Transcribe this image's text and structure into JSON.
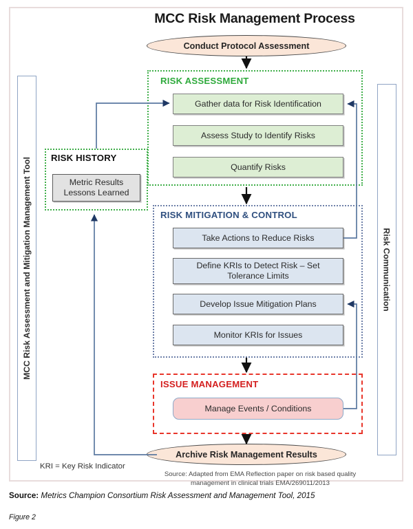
{
  "diagram": {
    "title": "MCC Risk Management Process",
    "start_node": "Conduct Protocol Assessment",
    "end_node": "Archive Risk Management Results",
    "left_bar_label": "MCC Risk Assessment and Mitigation Management Tool",
    "right_bar_label": "Risk Communication",
    "kri_note": "KRI = Key Risk Indicator",
    "source_note": "Source: Adapted from EMA Reflection paper on risk based quality management in clinical trials EMA/269011/2013"
  },
  "groups": {
    "risk_assessment": {
      "title": "RISK ASSESSMENT",
      "color": "#2faa3c",
      "nodes": [
        "Gather data for Risk Identification",
        "Assess Study to Identify Risks",
        "Quantify Risks"
      ]
    },
    "risk_history": {
      "title": "RISK HISTORY",
      "color": "#101010",
      "nodes": [
        "Metric Results\nLessons Learned"
      ]
    },
    "risk_mitigation": {
      "title": "RISK MITIGATION & CONTROL",
      "color": "#2f4f7f",
      "nodes": [
        "Take Actions to Reduce Risks",
        "Define KRIs to Detect Risk – Set Tolerance Limits",
        "Develop Issue Mitigation Plans",
        "Monitor KRIs for Issues"
      ]
    },
    "issue_management": {
      "title": "ISSUE MANAGEMENT",
      "color": "#d41f1f",
      "nodes": [
        "Manage Events / Conditions"
      ]
    }
  },
  "footer": {
    "source_label": "Source:",
    "source_text": "Metrics Champion Consortium Risk Assessment and Management Tool, 2015",
    "figure_label": "Figure 2"
  }
}
